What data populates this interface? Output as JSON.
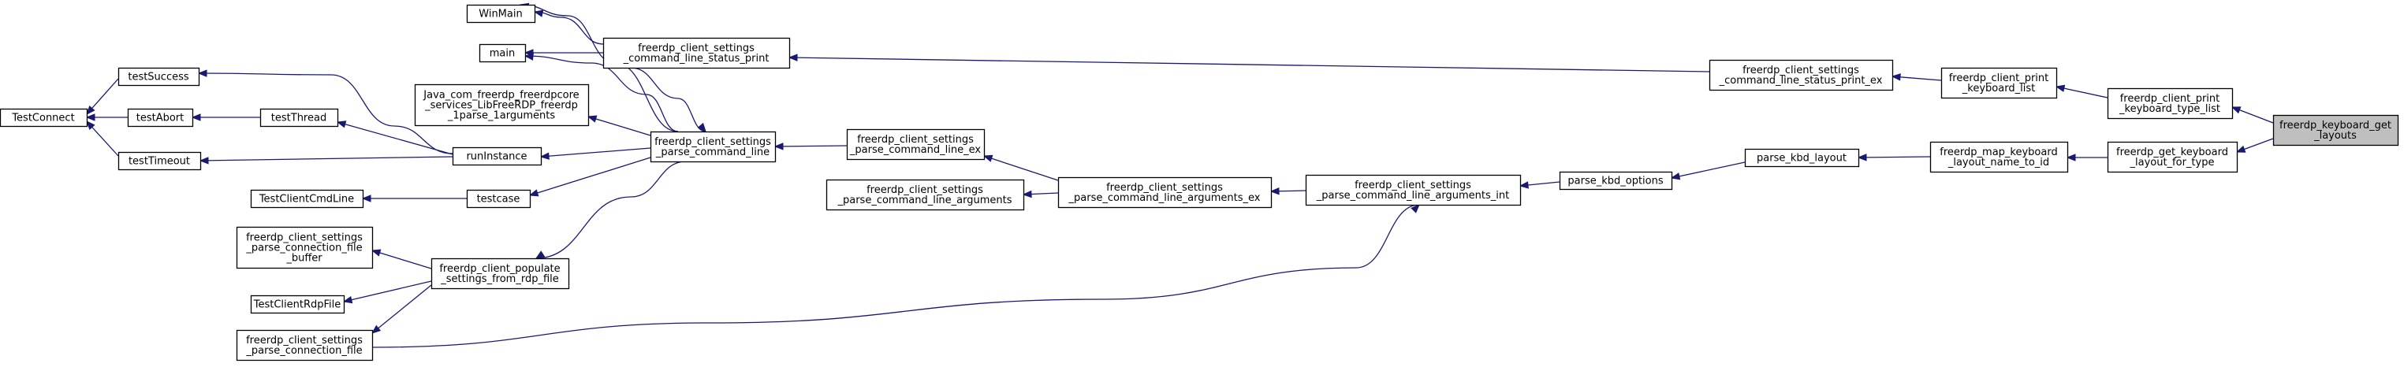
{
  "colors": {
    "node_fill": "#ffffff",
    "root_fill": "#bfbfbf",
    "node_border": "#000000",
    "edge": "#191970"
  },
  "nodes": {
    "keyboard_get_layouts": [
      "freerdp_keyboard_get",
      "_layouts"
    ],
    "client_print_keyboard_type_list": [
      "freerdp_client_print",
      "_keyboard_type_list"
    ],
    "get_keyboard_layout_for_type": [
      "freerdp_get_keyboard",
      "_layout_for_type"
    ],
    "client_print_keyboard_list": [
      "freerdp_client_print",
      "_keyboard_list"
    ],
    "map_keyboard_layout_name_to_id": [
      "freerdp_map_keyboard",
      "_layout_name_to_id"
    ],
    "status_print_ex": [
      "freerdp_client_settings",
      "_command_line_status_print_ex"
    ],
    "parse_kbd_layout": [
      "parse_kbd_layout"
    ],
    "parse_kbd_options": [
      "parse_kbd_options"
    ],
    "status_print": [
      "freerdp_client_settings",
      "_command_line_status_print"
    ],
    "parse_command_line_arguments_int": [
      "freerdp_client_settings",
      "_parse_command_line_arguments_int"
    ],
    "winmain": [
      "WinMain"
    ],
    "main": [
      "main"
    ],
    "parse_command_line": [
      "freerdp_client_settings",
      "_parse_command_line"
    ],
    "parse_command_line_arguments_ex": [
      "freerdp_client_settings",
      "_parse_command_line_arguments_ex"
    ],
    "parse_connection_file": [
      "freerdp_client_settings",
      "_parse_connection_file"
    ],
    "parse_command_line_ex": [
      "freerdp_client_settings",
      "_parse_command_line_ex"
    ],
    "parse_command_line_arguments": [
      "freerdp_client_settings",
      "_parse_command_line_arguments"
    ],
    "java_parse_arguments": [
      "Java_com_freerdp_freerdpcore",
      "_services_LibFreeRDP_freerdp",
      "_1parse_1arguments"
    ],
    "runinstance": [
      "runInstance"
    ],
    "testcase": [
      "testcase"
    ],
    "populate_settings_from_rdp_file": [
      "freerdp_client_populate",
      "_settings_from_rdp_file"
    ],
    "testsuccess": [
      "testSuccess"
    ],
    "testabort": [
      "testAbort"
    ],
    "testthread": [
      "testThread"
    ],
    "testtimeout": [
      "testTimeout"
    ],
    "testconnect": [
      "TestConnect"
    ],
    "testclientcmdline": [
      "TestClientCmdLine"
    ],
    "parse_connection_file_buffer": [
      "freerdp_client_settings",
      "_parse_connection_file",
      "_buffer"
    ],
    "testclientrdpfile": [
      "TestClientRdpFile"
    ]
  }
}
